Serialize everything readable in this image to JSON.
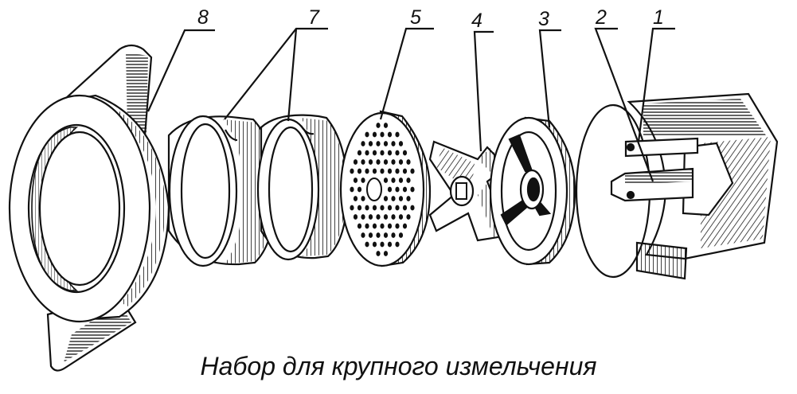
{
  "caption": "Набор для крупного измельчения",
  "labels": {
    "part_1": "1",
    "part_2": "2",
    "part_3": "3",
    "part_4": "4",
    "part_5": "5",
    "part_7": "7",
    "part_8": "8"
  },
  "colors": {
    "ink": "#111111",
    "paper": "#ffffff"
  }
}
